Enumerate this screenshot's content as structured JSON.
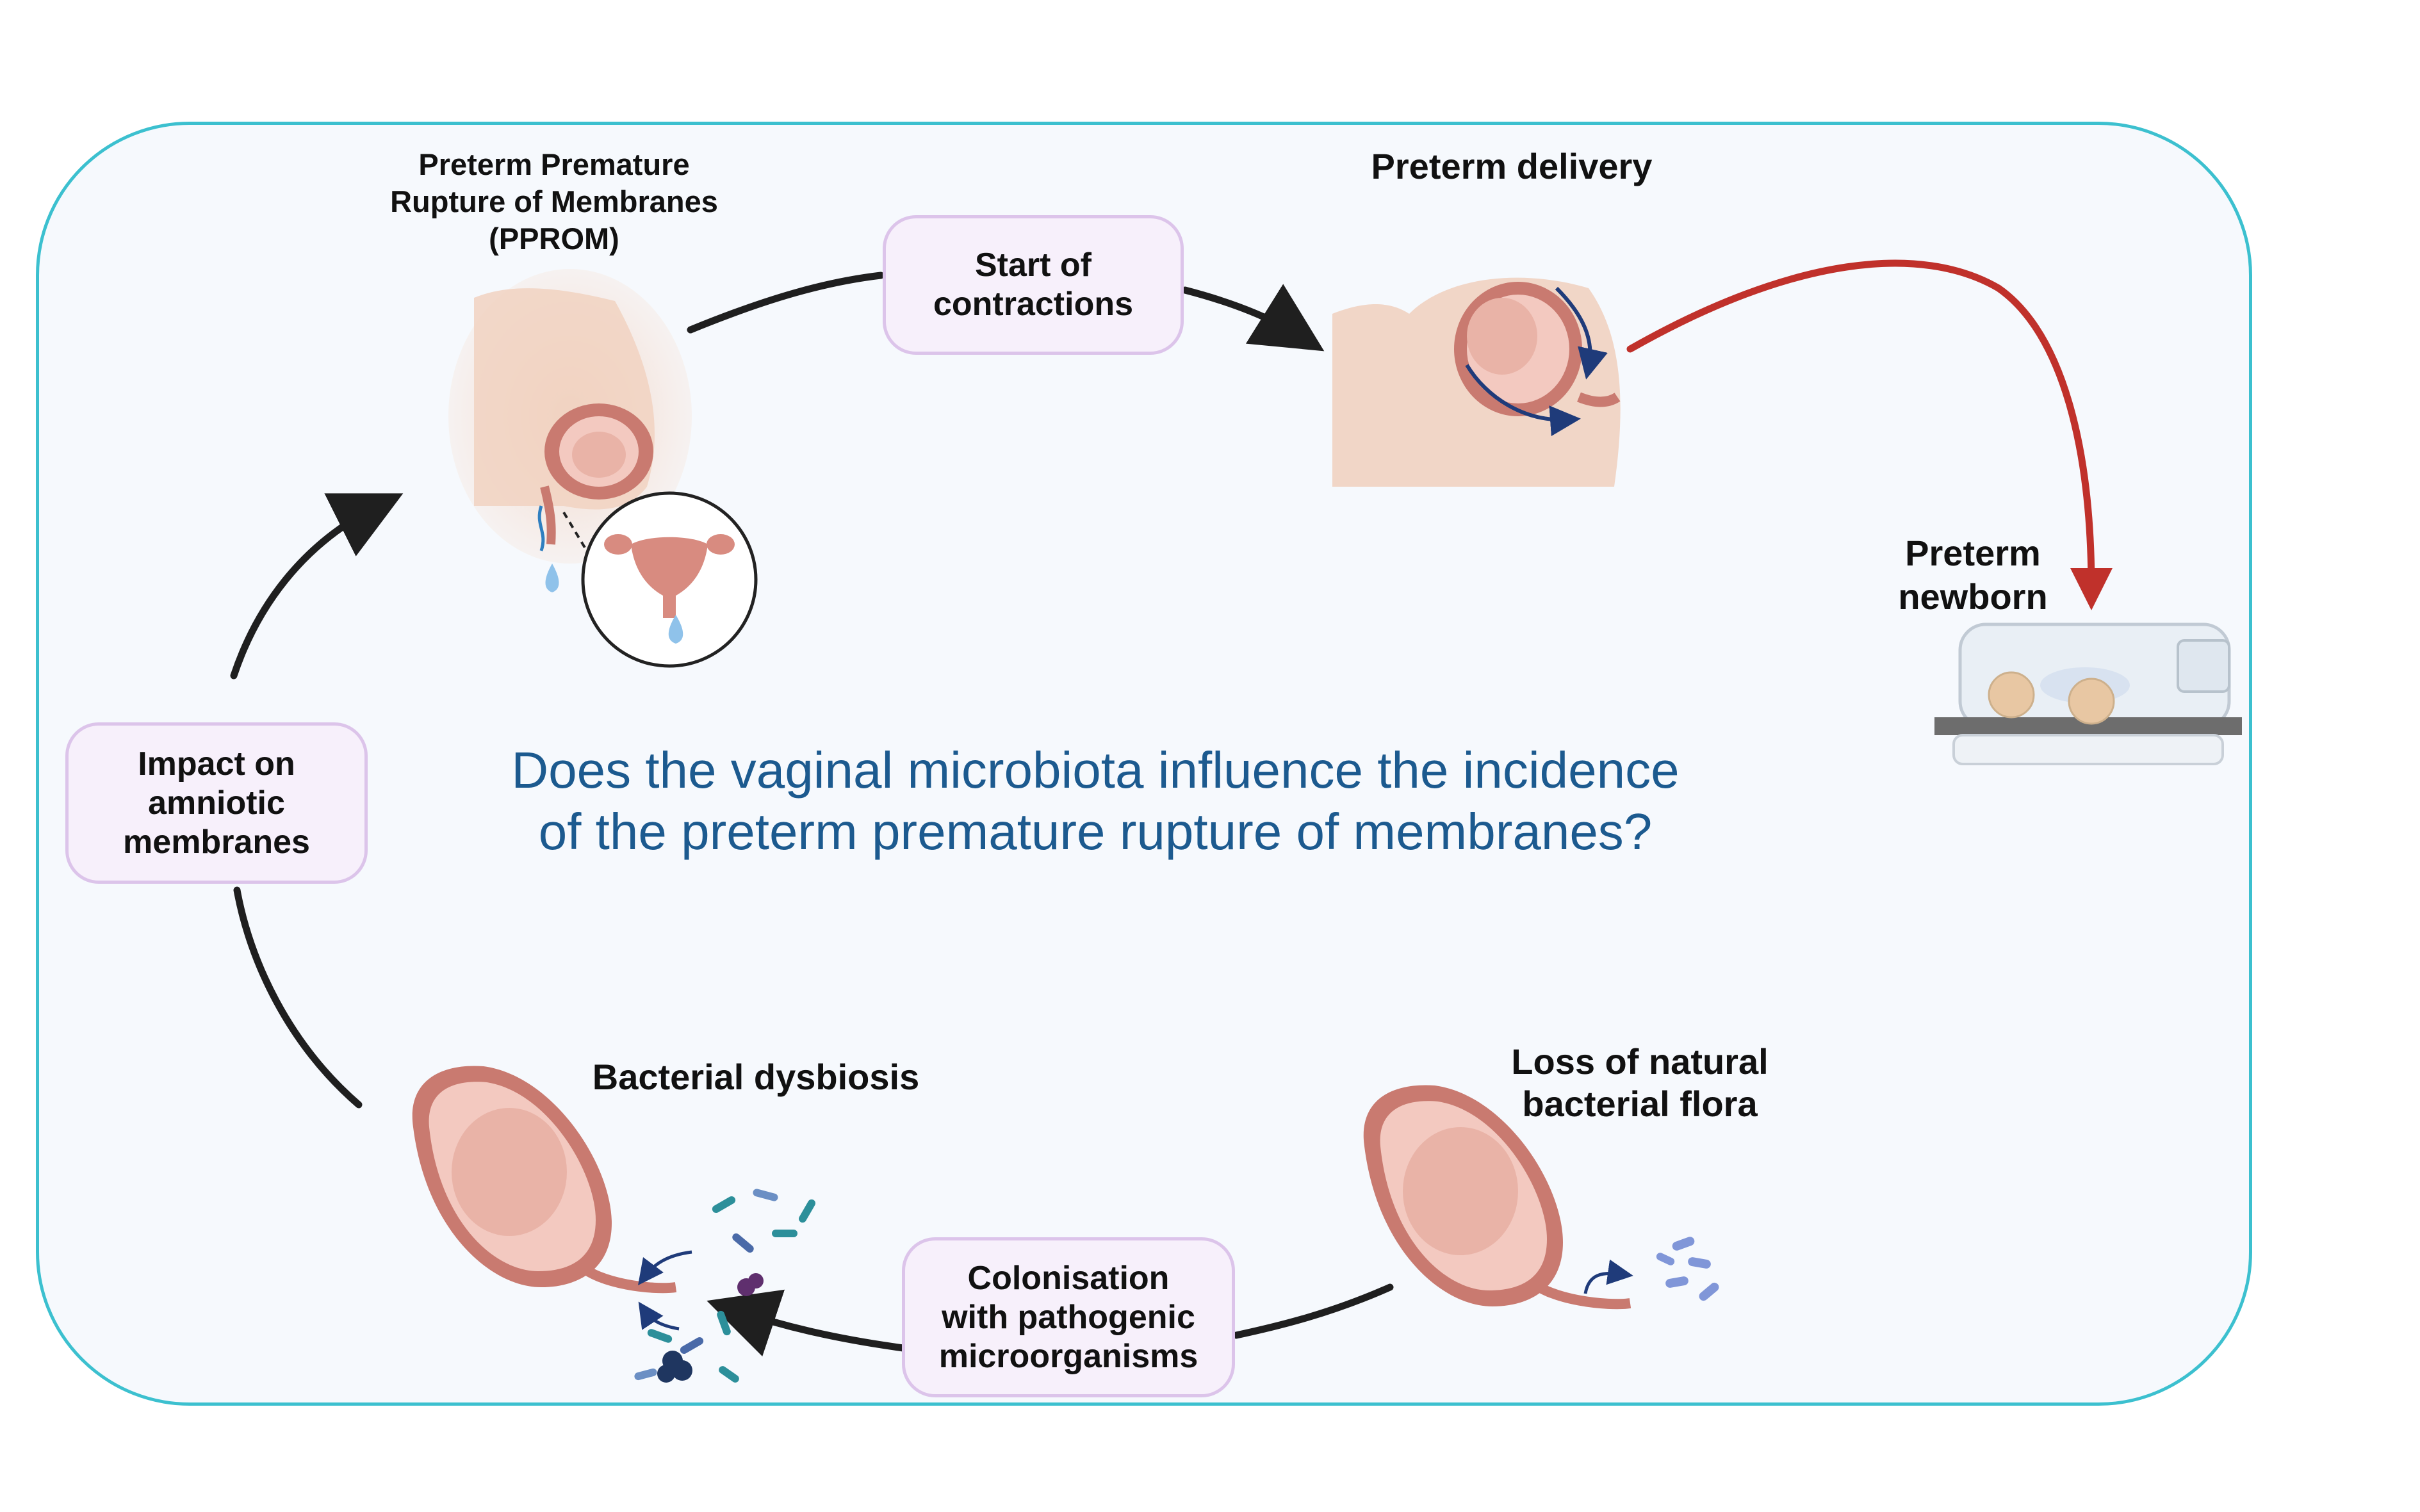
{
  "question": "Does the vaginal microbiota influence the incidence\nof the preterm premature rupture of membranes?",
  "stages": {
    "pprom": "Preterm Premature\nRupture of Membranes\n(PPROM)",
    "preterm_delivery": "Preterm delivery",
    "preterm_newborn": "Preterm\nnewborn",
    "loss_of_flora": "Loss of natural\nbacterial flora",
    "bacterial_dysbiosis": "Bacterial dysbiosis"
  },
  "transitions": {
    "start_of_contractions": "Start of\ncontractions",
    "colonisation": "Colonisation\nwith pathogenic\nmicroorganisms",
    "impact_on_membranes": "Impact on\namniotic\nmembranes"
  },
  "colors": {
    "frame_border": "#3cc0cf",
    "frame_fill": "#f6f9fd",
    "box_fill": "#f7f0fb",
    "box_border": "#dcc4ea",
    "question_text": "#1c5a8f",
    "cycle_arrow": "#1f1f1f",
    "newborn_arrow": "#c0312b"
  },
  "icons": [
    "pregnant-body-icon",
    "uterus-cross-section-icon",
    "water-drop-icon",
    "fetus-icon",
    "incubator-icon",
    "bacteria-icon"
  ]
}
